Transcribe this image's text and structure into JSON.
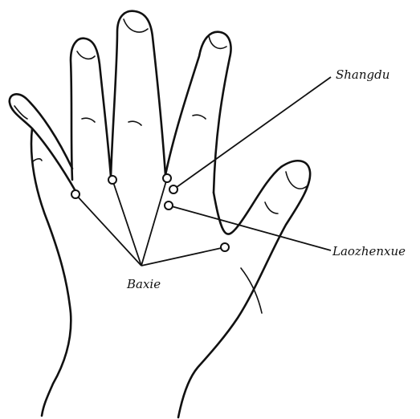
{
  "labels": {
    "shangdu": "Shangdu",
    "laozhenxue": "Laozhenxue",
    "baxie": "Baxie"
  },
  "colors": {
    "ink": "#111111",
    "background": "#ffffff"
  }
}
